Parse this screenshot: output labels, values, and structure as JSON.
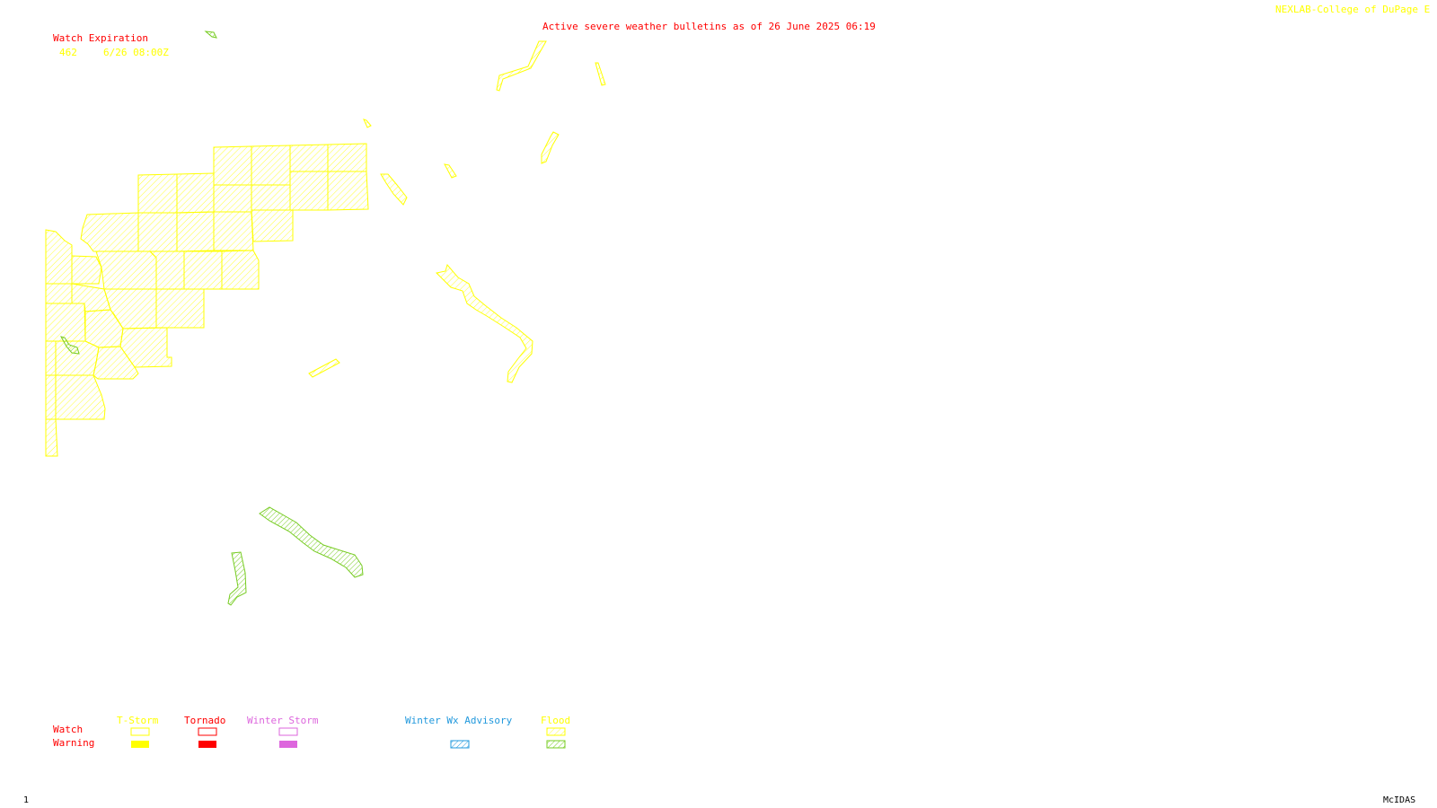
{
  "header": {
    "title": "Active severe weather bulletins as of 26 June 2025 06:19",
    "credit": "NEXLAB-College of DuPage E"
  },
  "watch_table": {
    "heading": "Watch Expiration",
    "rows": [
      {
        "number": "462",
        "expiration": "6/26 08:00Z"
      }
    ]
  },
  "legend": {
    "row_labels": {
      "watch": "Watch",
      "warning": "Warning"
    },
    "categories": [
      {
        "key": "tstorm",
        "label": "T-Storm",
        "color": "#ffff00"
      },
      {
        "key": "tornado",
        "label": "Tornado",
        "color": "#ff0000"
      },
      {
        "key": "winter_storm",
        "label": "Winter Storm",
        "color": "#dd66dd"
      },
      {
        "key": "winter_wx_advisory",
        "label": "Winter Wx Advisory",
        "color": "#2299dd"
      },
      {
        "key": "flood",
        "label": "Flood",
        "color_watch": "#ffff00",
        "color_warning": "#77cc22"
      }
    ]
  },
  "footer": {
    "frame_number": "1",
    "software": "McIDAS"
  },
  "colors": {
    "tstorm_watch": "#ffff00",
    "flood_watch": "#ffff00",
    "flood_warning": "#77cc22",
    "title_red": "#ff0000"
  }
}
